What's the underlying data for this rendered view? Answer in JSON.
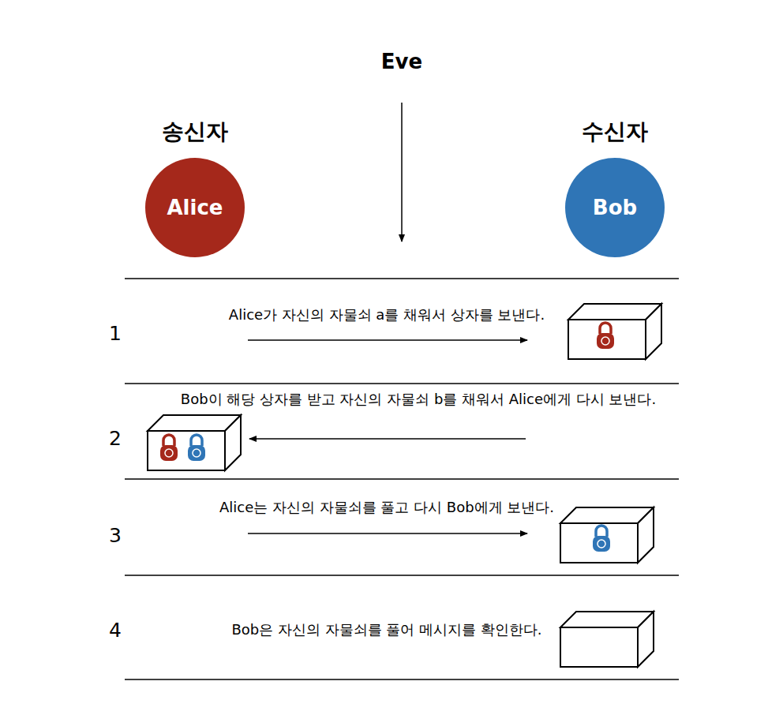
{
  "diagram": {
    "nodes": [
      {
        "text": [
          "송신자",
          "Alice"
        ]
      },
      {
        "text": [
          "수신자",
          "Bob"
        ]
      }
    ],
    "labels": [
      "Eve",
      "1",
      "Alice가 자신의 자물쇠 a를 채워서 상자를 보낸다.",
      "2",
      "Bob이 해당 상자를 받고 자신의 자물쇠 b를 채워서 Alice에게 다시 보낸다.",
      "3",
      "Alice는 자신의 자물쇠를 풀고 다시 Bob에게 보낸다.",
      "4",
      "Bob은 자신의 자물쇠를 풀어 메시지를 확인한다."
    ]
  }
}
